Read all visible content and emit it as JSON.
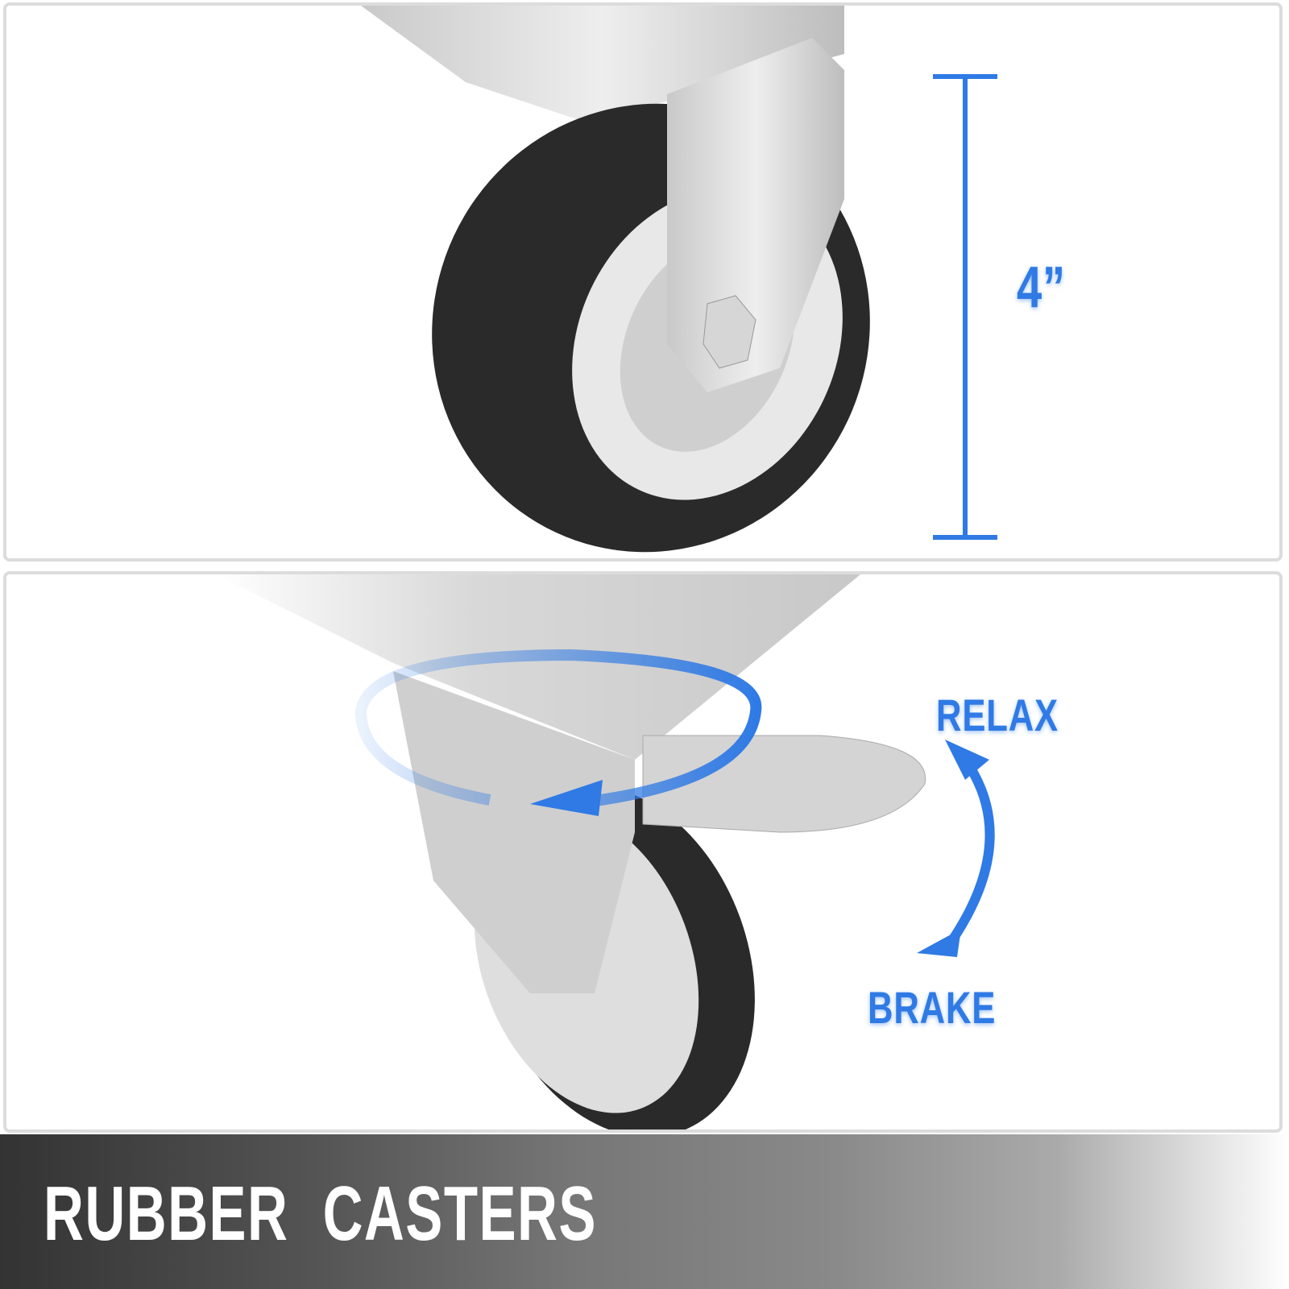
{
  "top_panel": {
    "dimension_label": "4”",
    "accent_color": "#2f7ae5"
  },
  "bottom_panel": {
    "relax_label": "RELAX",
    "brake_label": "BRAKE"
  },
  "banner": {
    "title": "RUBBER  CASTERS"
  }
}
